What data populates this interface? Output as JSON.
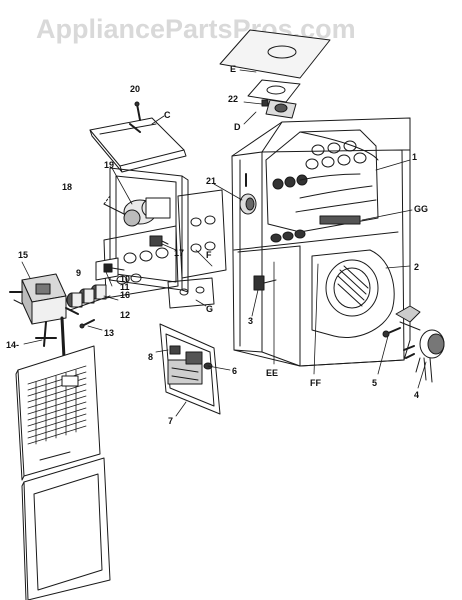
{
  "watermark": "AppliancePartsPros.com",
  "callouts": {
    "c20": "20",
    "cC": "C",
    "cE": "E",
    "c22": "22",
    "cD": "D",
    "c19": "19",
    "c18": "18",
    "c21": "21",
    "c1": "1",
    "cGG": "GG",
    "c17": "17",
    "cF": "F",
    "c2": "2",
    "c15": "15",
    "c9": "9",
    "c10": "10",
    "c16": "16",
    "c11": "11",
    "c12": "12",
    "c13": "13",
    "c14": "14-",
    "cG": "G",
    "c3": "3",
    "c8a": "8",
    "c6": "6",
    "c7": "7",
    "cEE": "EE",
    "cFF": "FF",
    "c5": "5",
    "c4": "4"
  }
}
